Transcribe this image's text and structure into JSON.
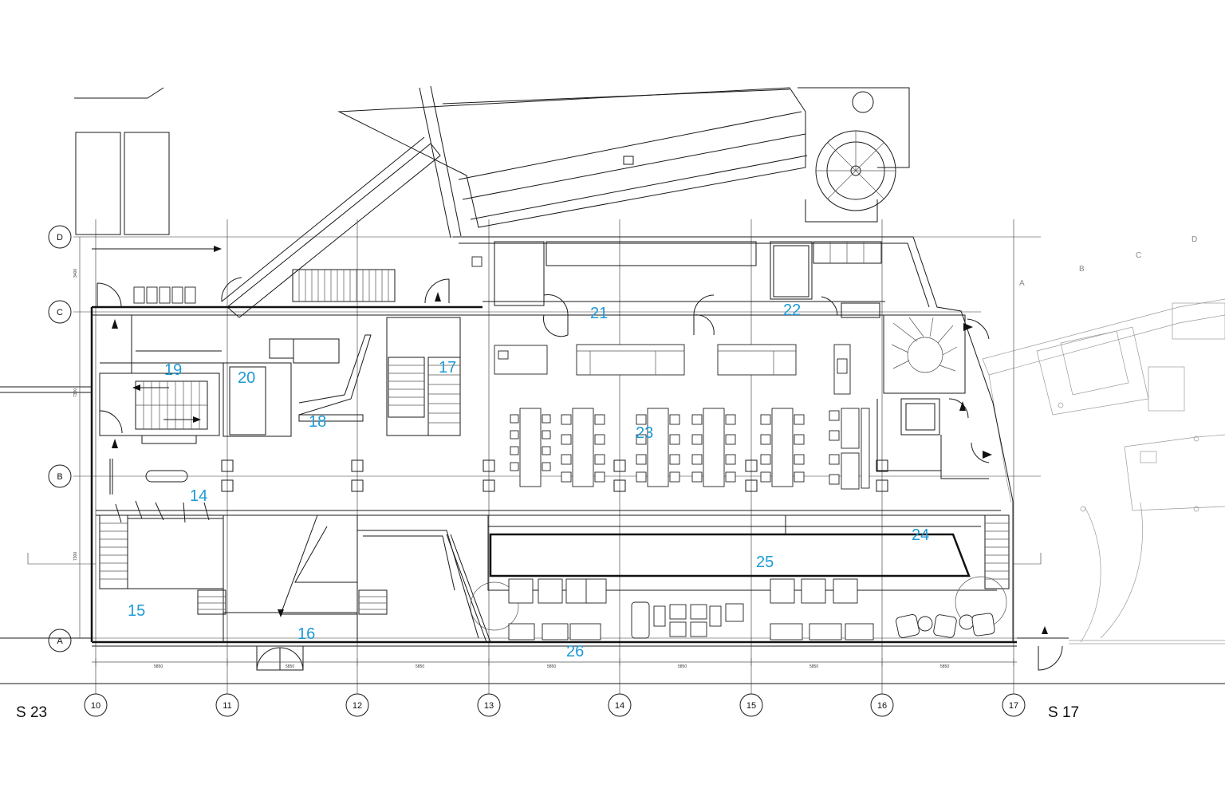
{
  "rooms": [
    "14",
    "15",
    "16",
    "17",
    "18",
    "19",
    "20",
    "21",
    "22",
    "23",
    "24",
    "25",
    "26"
  ],
  "grid_columns": [
    "10",
    "11",
    "12",
    "13",
    "14",
    "15",
    "16",
    "17"
  ],
  "grid_rows": [
    "D",
    "C",
    "B",
    "A"
  ],
  "dimensions": [
    "5850",
    "5850",
    "5850",
    "5850",
    "5850",
    "5850",
    "5850"
  ],
  "row_dimensions": [
    "3400",
    "7300",
    "7300"
  ],
  "streets": {
    "left": "S 23",
    "right": "S 17"
  },
  "neighbor_grid": [
    "A",
    "B",
    "C",
    "D"
  ],
  "colors": {
    "room_label": "#1d9ad6",
    "line": "#1a1a1a",
    "neighbor_line": "#9a9a9a"
  }
}
